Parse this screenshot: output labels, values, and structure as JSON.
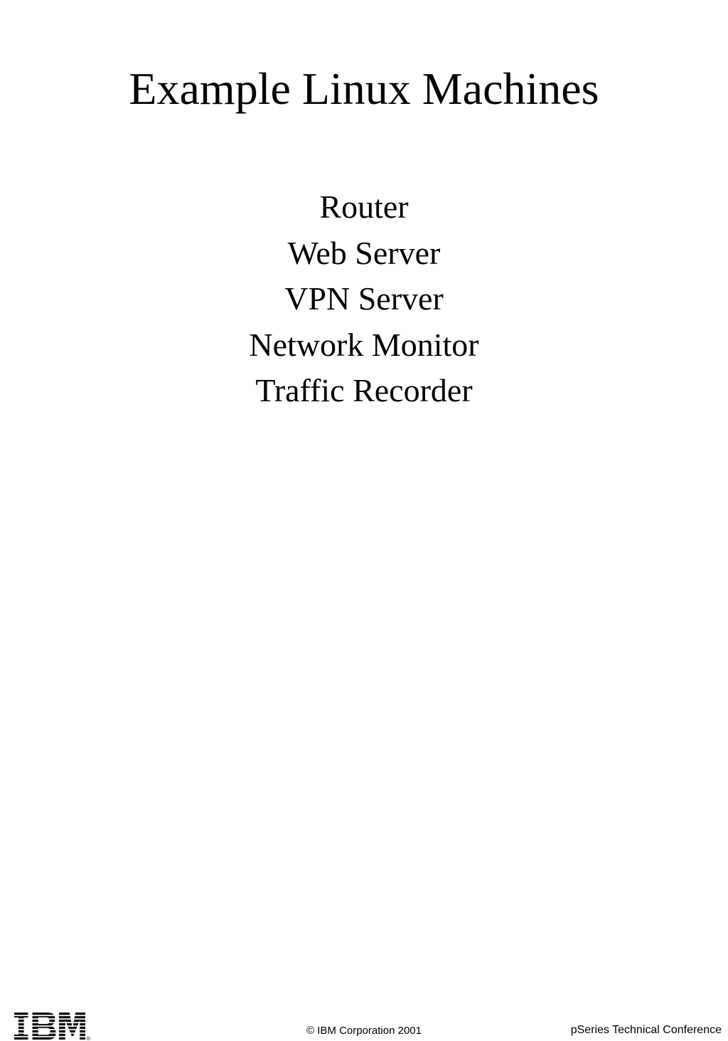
{
  "slide": {
    "title": "Example Linux Machines",
    "items": [
      "Router",
      "Web Server",
      "VPN Server",
      "Network Monitor",
      "Traffic Recorder"
    ],
    "footer": {
      "copyright": "© IBM Corporation 2001",
      "conference": "pSeries Technical Conference",
      "logo_alt": "IBM logo",
      "registered_mark": "®"
    },
    "colors": {
      "background": "#ffffff",
      "text": "#000000",
      "logo": "#111111"
    }
  }
}
